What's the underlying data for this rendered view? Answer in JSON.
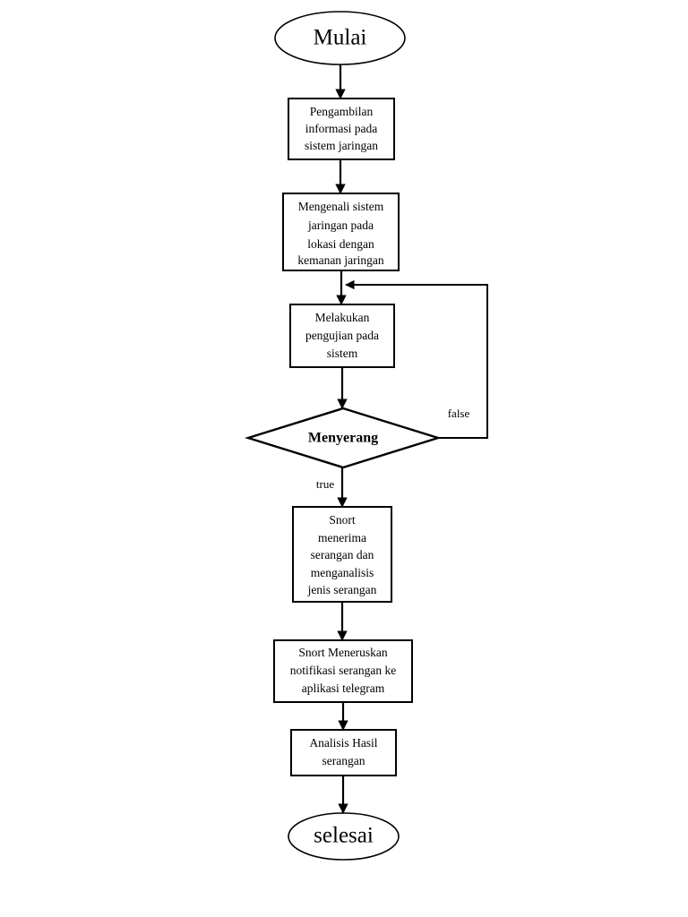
{
  "diagram": {
    "type": "flowchart",
    "orientation": "vertical",
    "background_color": "#ffffff",
    "line_color": "#000000",
    "nodes": [
      {
        "id": "start",
        "shape": "ellipse",
        "label": "Mulai",
        "lines": [
          "Mulai"
        ]
      },
      {
        "id": "pengambilan",
        "shape": "rectangle",
        "label": "Pengambilan informasi pada sistem jaringan",
        "lines": [
          "Pengambilan",
          "informasi  pada",
          "sistem jaringan"
        ]
      },
      {
        "id": "mengenali",
        "shape": "rectangle",
        "label": "Mengenali sistem jaringan pada lokasi dengan kemanan jaringan",
        "lines": [
          "Mengenali sistem",
          "jaringan pada",
          "lokasi dengan",
          "kemanan jaringan"
        ]
      },
      {
        "id": "melakukan",
        "shape": "rectangle",
        "label": "Melakukan pengujian pada sistem",
        "lines": [
          "Melakukan",
          "pengujian pada",
          "sistem"
        ]
      },
      {
        "id": "menyerang",
        "shape": "diamond",
        "label": "Menyerang",
        "lines": [
          "Menyerang"
        ]
      },
      {
        "id": "snort-menerima",
        "shape": "rectangle",
        "label": "Snort menerima serangan dan menganalisis jenis serangan",
        "lines": [
          "Snort",
          "menerima",
          "serangan dan",
          "menganalisis",
          "jenis serangan"
        ]
      },
      {
        "id": "snort-meneruskan",
        "shape": "rectangle",
        "label": "Snort Meneruskan notifikasi serangan ke aplikasi telegram",
        "lines": [
          "Snort Meneruskan",
          "notifikasi serangan ke",
          "aplikasi telegram"
        ]
      },
      {
        "id": "analisis-hasil",
        "shape": "rectangle",
        "label": "Analisis Hasil serangan",
        "lines": [
          "Analisis Hasil",
          "serangan"
        ]
      },
      {
        "id": "end",
        "shape": "ellipse",
        "label": "selesai",
        "lines": [
          "selesai"
        ]
      }
    ],
    "edge_labels": {
      "decision_true": "true",
      "decision_false": "false"
    },
    "edges": [
      {
        "from": "start",
        "to": "pengambilan",
        "label": ""
      },
      {
        "from": "pengambilan",
        "to": "mengenali",
        "label": ""
      },
      {
        "from": "mengenali",
        "to": "melakukan",
        "label": ""
      },
      {
        "from": "melakukan",
        "to": "menyerang",
        "label": ""
      },
      {
        "from": "menyerang",
        "to": "snort-menerima",
        "label": "true"
      },
      {
        "from": "menyerang",
        "to": "melakukan",
        "label": "false"
      },
      {
        "from": "snort-menerima",
        "to": "snort-meneruskan",
        "label": ""
      },
      {
        "from": "snort-meneruskan",
        "to": "analisis-hasil",
        "label": ""
      },
      {
        "from": "analisis-hasil",
        "to": "end",
        "label": ""
      }
    ]
  }
}
